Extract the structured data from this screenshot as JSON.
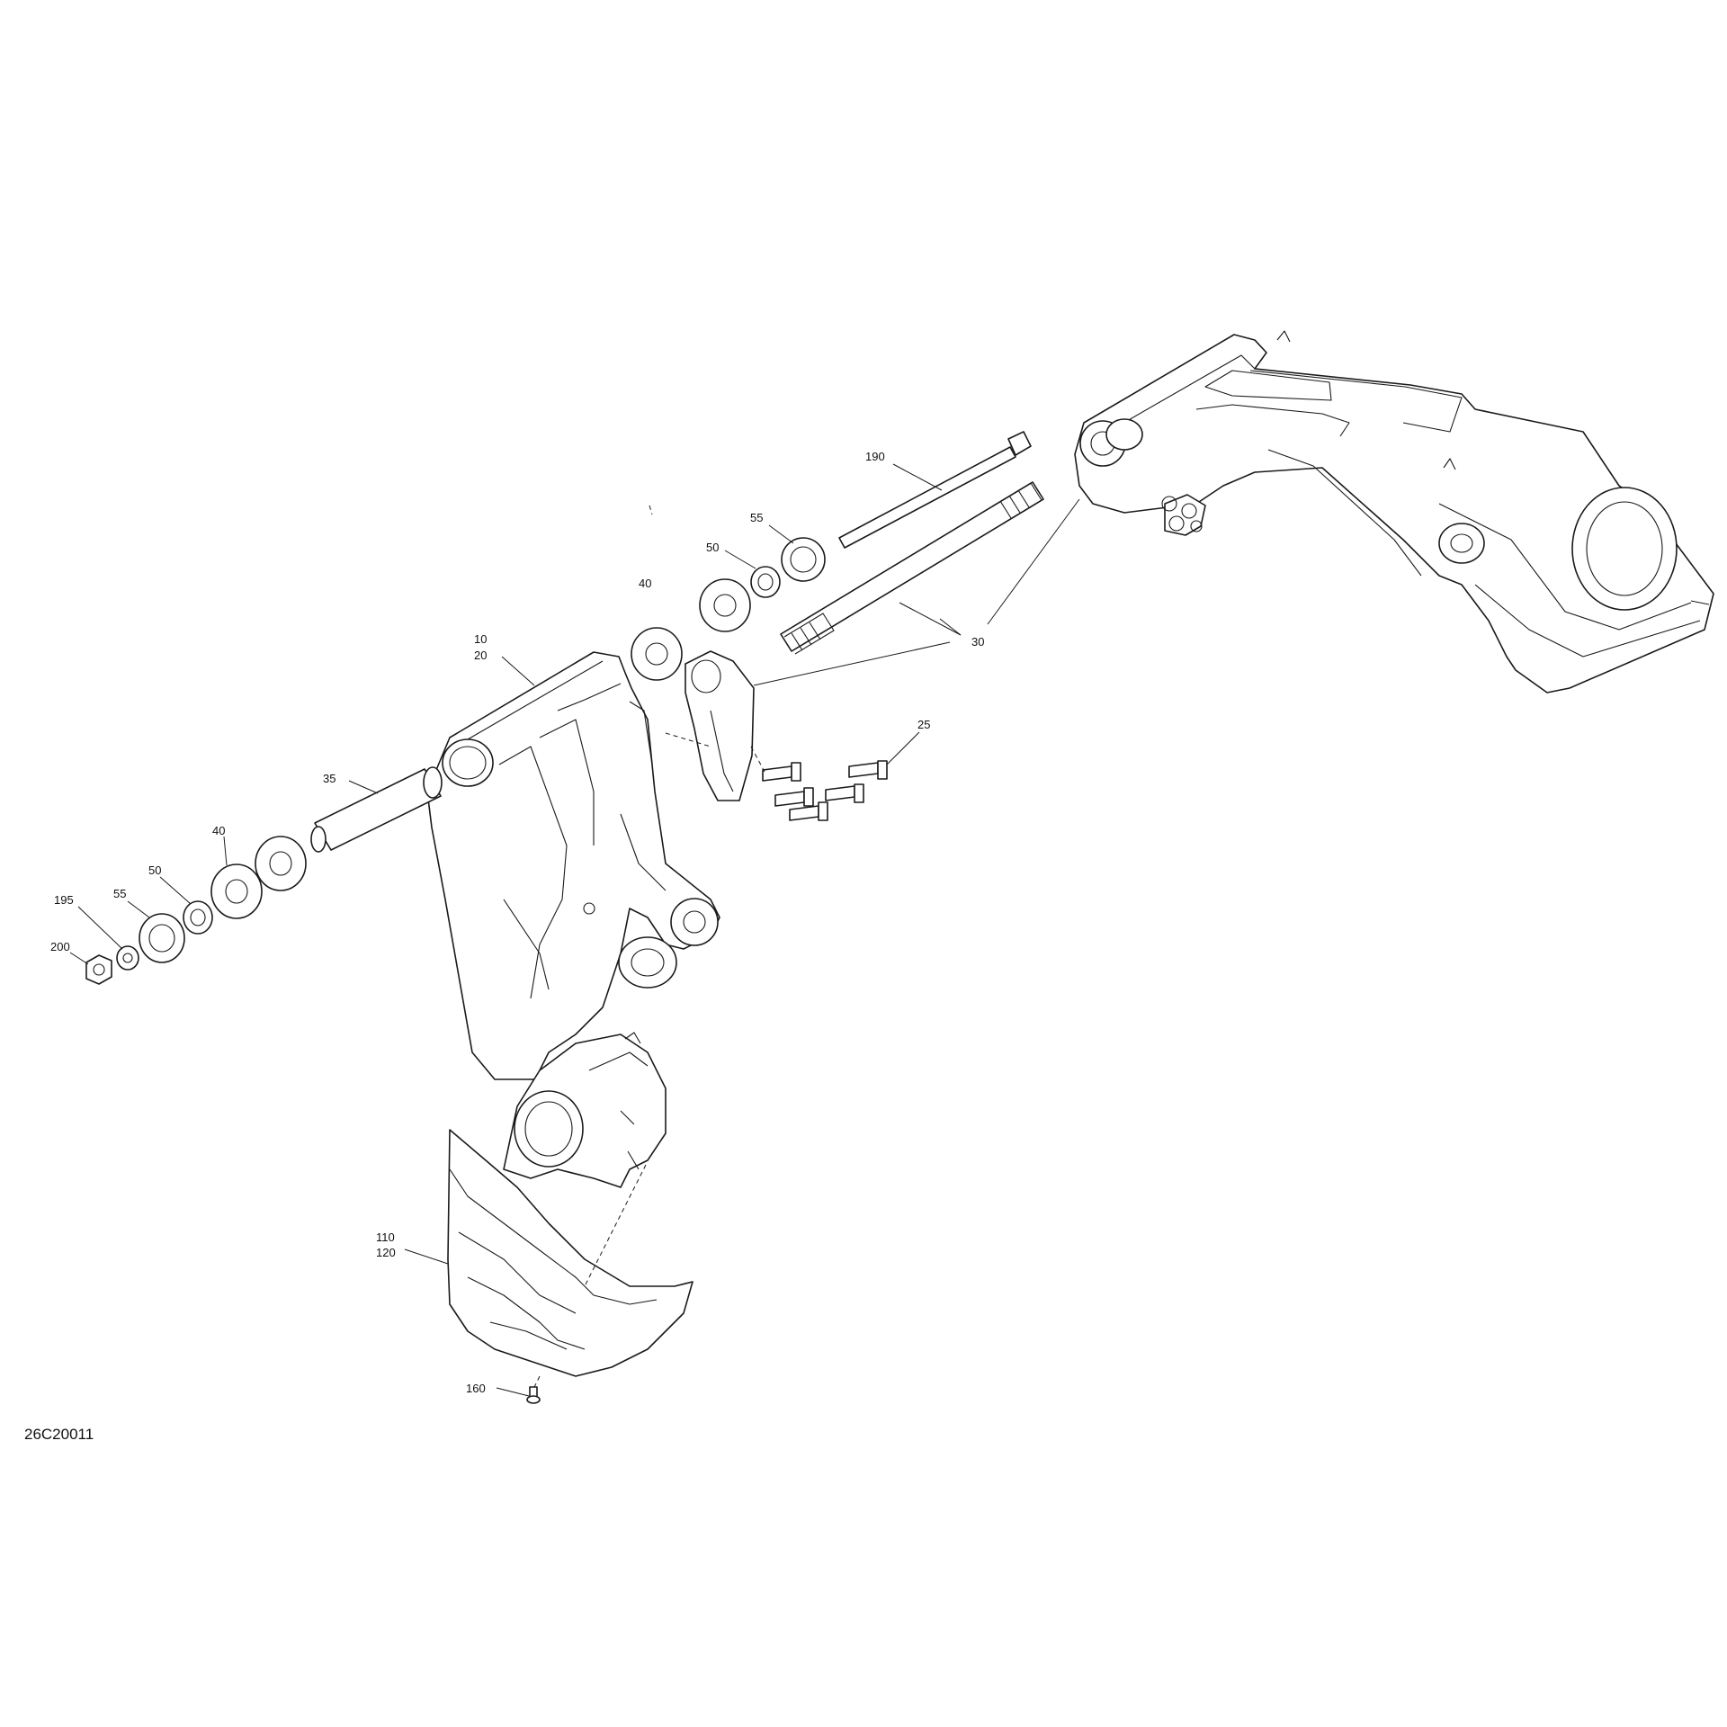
{
  "diagram_code": "26C20011",
  "callouts": {
    "c190": "190",
    "c55_top": "55",
    "c50_top": "50",
    "c40_top": "40",
    "c10": "10",
    "c20": "20",
    "c30": "30",
    "c25": "25",
    "c35": "35",
    "c40_left": "40",
    "c50_left": "50",
    "c55_left": "55",
    "c195": "195",
    "c200": "200",
    "c110": "110",
    "c120": "120",
    "c160": "160"
  }
}
